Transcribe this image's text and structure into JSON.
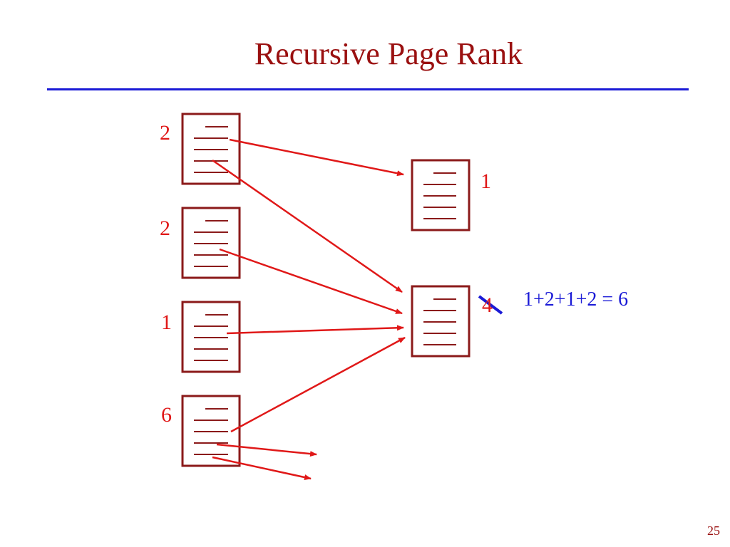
{
  "slide": {
    "title": "Recursive Page Rank",
    "slide_number": "25"
  },
  "colors": {
    "title": "#9a1010",
    "rule": "#1a1ad6",
    "page_border": "#8b1a1a",
    "page_lines": "#8b1a1a",
    "arrow": "#e01818",
    "rank_text": "#e01818",
    "formula": "#1a1ad6",
    "strike": "#1a1ad6"
  },
  "pages": {
    "left_1": {
      "rank": "2"
    },
    "left_2": {
      "rank": "2"
    },
    "left_3": {
      "rank": "1"
    },
    "left_4": {
      "rank": "6"
    },
    "right_top": {
      "rank": "1"
    },
    "right_mid": {
      "rank_old": "4"
    }
  },
  "formula": "1+2+1+2 = 6"
}
